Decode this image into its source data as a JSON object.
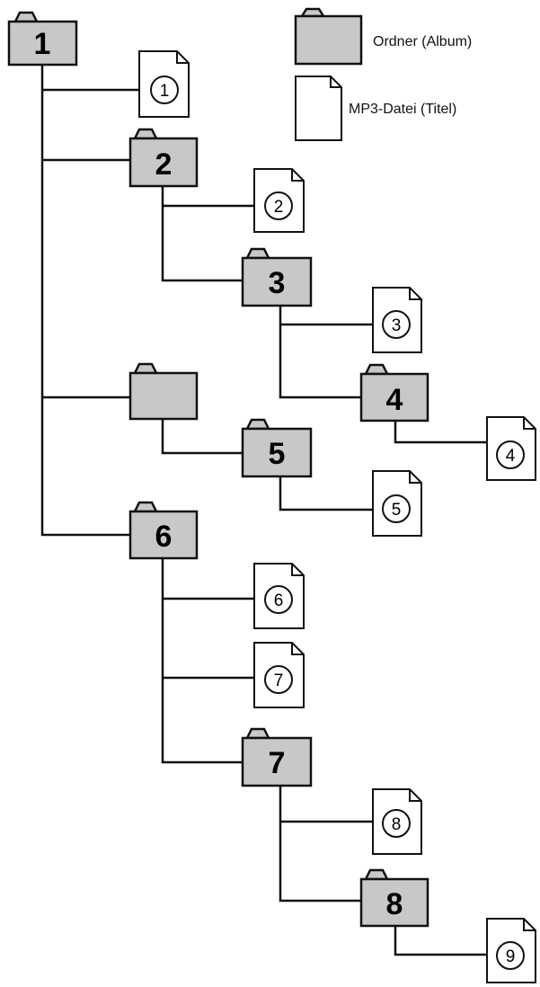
{
  "legend": {
    "folder_label": "Ordner (Album)",
    "file_label": "MP3-Datei (Titel)"
  },
  "folders": [
    {
      "id": "f1",
      "label": "1"
    },
    {
      "id": "f2",
      "label": "2"
    },
    {
      "id": "f3",
      "label": "3"
    },
    {
      "id": "f4",
      "label": "4"
    },
    {
      "id": "fblank",
      "label": ""
    },
    {
      "id": "f5",
      "label": "5"
    },
    {
      "id": "f6",
      "label": "6"
    },
    {
      "id": "f7",
      "label": "7"
    },
    {
      "id": "f8",
      "label": "8"
    }
  ],
  "files": [
    {
      "id": "t1",
      "label": "1"
    },
    {
      "id": "t2",
      "label": "2"
    },
    {
      "id": "t3",
      "label": "3"
    },
    {
      "id": "t4",
      "label": "4"
    },
    {
      "id": "t5",
      "label": "5"
    },
    {
      "id": "t6",
      "label": "6"
    },
    {
      "id": "t7",
      "label": "7"
    },
    {
      "id": "t8",
      "label": "8"
    },
    {
      "id": "t9",
      "label": "9"
    }
  ],
  "colors": {
    "folder_fill": "#c8c8c8",
    "line": "#111111",
    "background": "#ffffff"
  }
}
